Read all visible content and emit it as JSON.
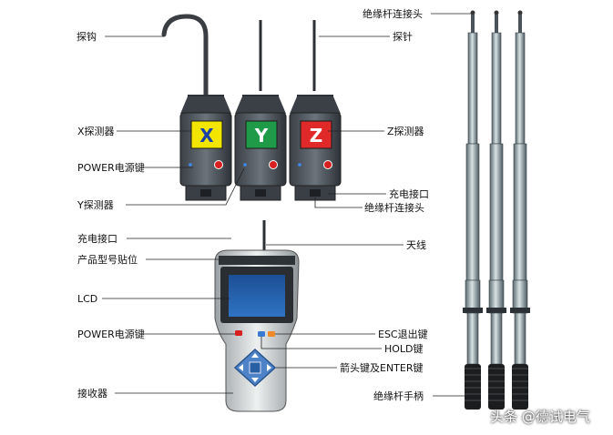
{
  "labels": {
    "probe_hook": "探钩",
    "probe_needle": "探针",
    "x_detector": "X探测器",
    "y_detector": "Y探测器",
    "z_detector": "Z探测器",
    "power_key_top": "POWER电源键",
    "charge_port_top": "充电接口",
    "rod_connector_top": "绝缘杆连接头",
    "rod_connector_bottom": "绝缘杆连接头",
    "charge_port_receiver": "充电接口",
    "model_sticker": "产品型号贴位",
    "antenna": "天线",
    "lcd": "LCD",
    "power_key_receiver": "POWER电源键",
    "esc_key": "ESC退出键",
    "hold_key": "HOLD键",
    "arrow_enter_keys": "箭头键及ENTER键",
    "receiver": "接收器",
    "rod_handle": "绝缘杆手柄"
  },
  "detectors": {
    "x_letter": "X",
    "y_letter": "Y",
    "z_letter": "Z",
    "x_color": "#f2e600",
    "y_color": "#1f9a48",
    "z_color": "#e02a2a"
  },
  "watermark": "头条 @德试电气"
}
